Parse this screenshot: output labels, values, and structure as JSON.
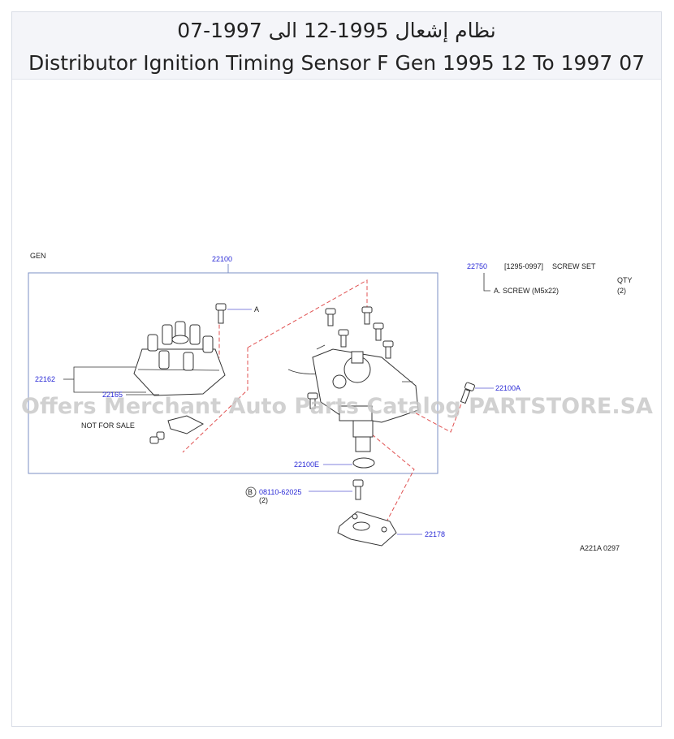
{
  "header": {
    "title_ar": "نظام إشعال 1995-12 الى 1997-07",
    "title_en": "Distributor Ignition Timing Sensor F Gen 1995 12 To 1997 07"
  },
  "diagram": {
    "gen_label": "GEN",
    "assembly_number": "22100",
    "parts": {
      "cap": "22162",
      "rotor": "22165",
      "sensor_screw": "22100A",
      "o_ring": "22100E",
      "bolt": "08110-62025",
      "bolt_qty": "(2)",
      "bolt_marker": "B",
      "bracket": "22178"
    },
    "callout_a": "A",
    "not_for_sale": "NOT  FOR  SALE",
    "screw_set": {
      "number": "22750",
      "code": "[1295-0997]",
      "label": "SCREW  SET",
      "qty_header": "QTY",
      "item": "A.  SCREW    (M5x22)",
      "item_qty": "(2)"
    },
    "figure_code": "A221A  0297",
    "watermark": "Offers Merchant Auto Parts Catalog PARTSTORE.SA"
  },
  "colors": {
    "part_number": "#2b2bd6",
    "assembly_dash": "#e05050",
    "frame_box": "#7b8fc4"
  }
}
